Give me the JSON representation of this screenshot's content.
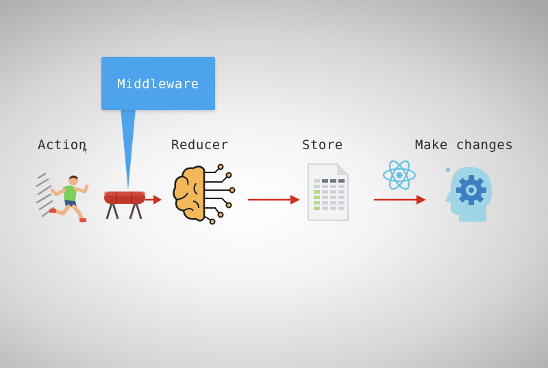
{
  "callout": {
    "text": "Middleware"
  },
  "stages": {
    "action": "Action",
    "reducer": "Reducer",
    "store": "Store",
    "changes": "Make changes"
  },
  "icons": [
    "runner-icon",
    "vaulting-horse-icon",
    "brain-circuit-icon",
    "spreadsheet-document-icon",
    "react-atom-icon",
    "head-gear-icon"
  ],
  "colors": {
    "callout": "#4da3ec",
    "arrow": "#d0301f",
    "text": "#2b2b2b"
  }
}
